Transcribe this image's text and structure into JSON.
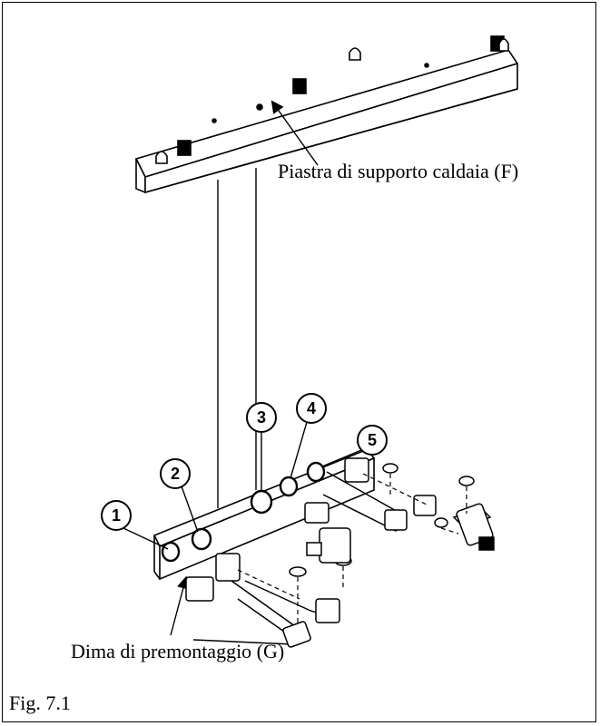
{
  "labels": {
    "plate_f": "Piastra di supporto caldaia (F)",
    "template_g": "Dima di premontaggio (G)",
    "figure": "Fig. 7.1"
  },
  "callouts": [
    "1",
    "2",
    "3",
    "4",
    "5"
  ],
  "colors": {
    "line": "#000000",
    "background": "#ffffff"
  }
}
